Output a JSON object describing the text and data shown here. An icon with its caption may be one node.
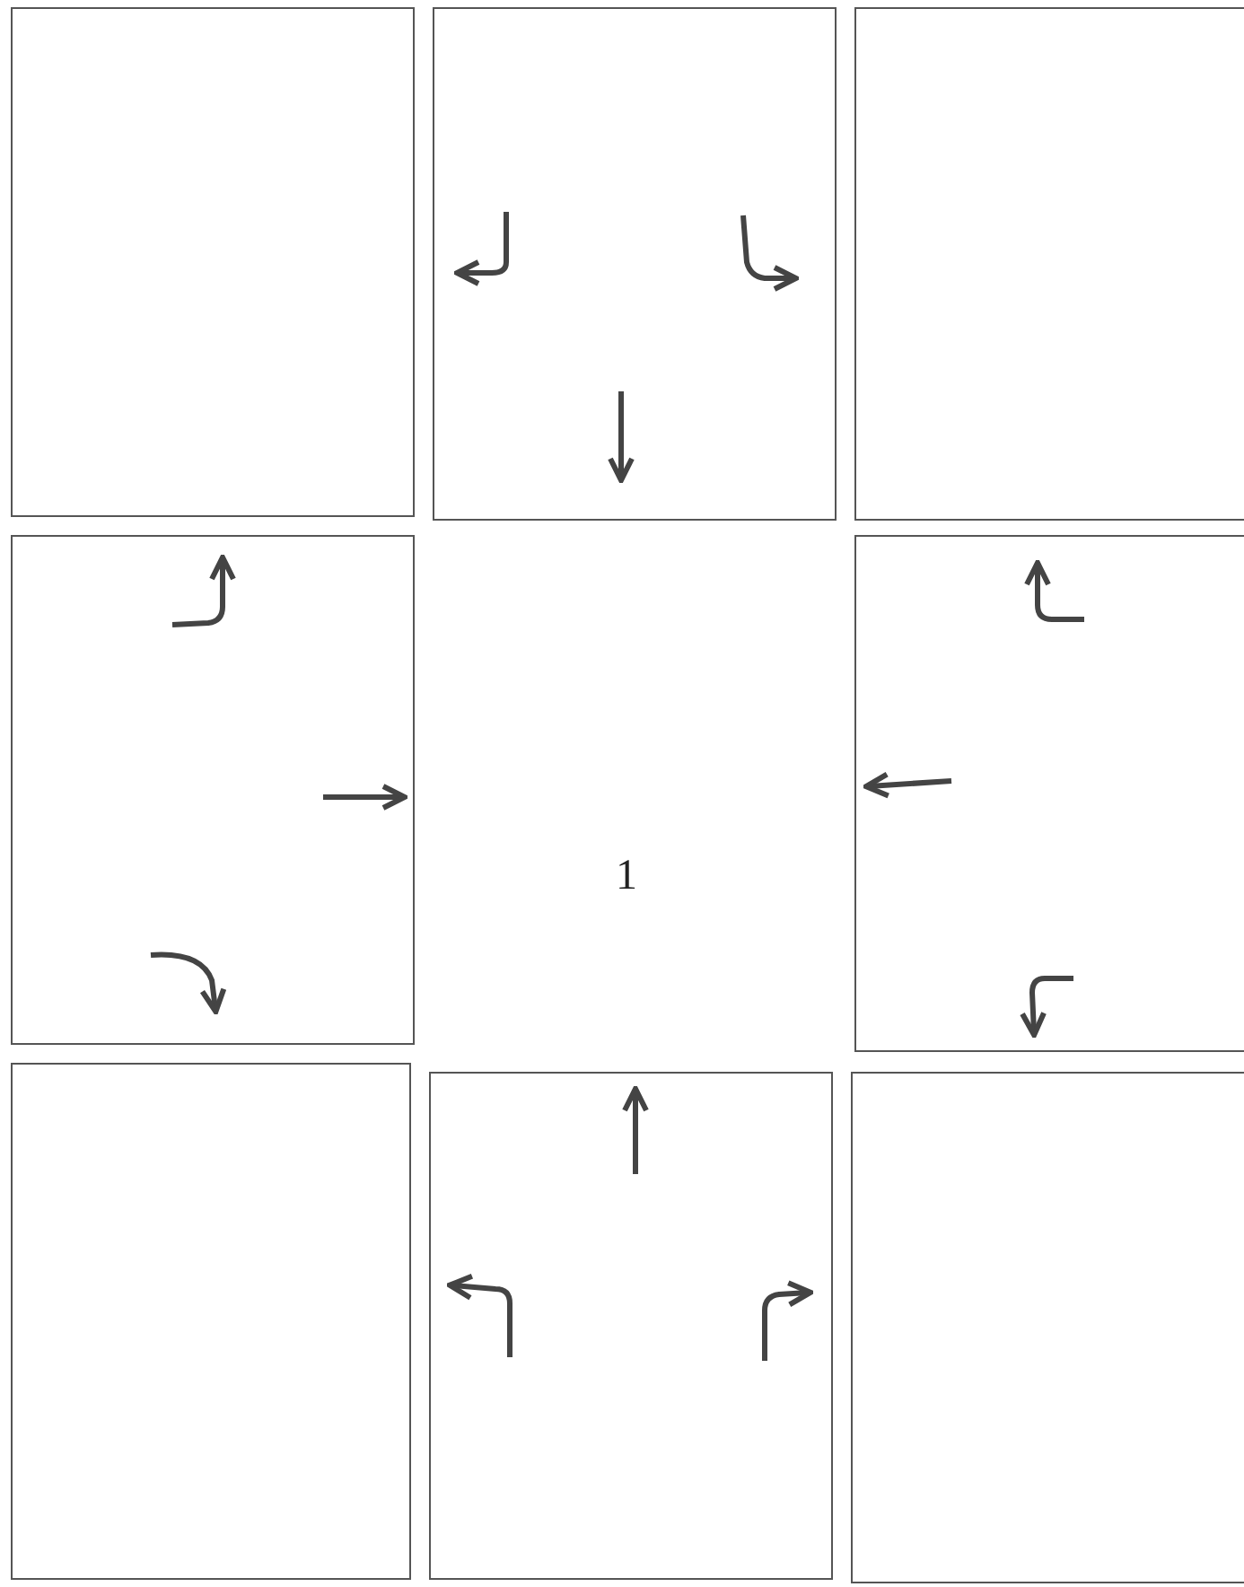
{
  "diagram": {
    "nodes": [
      {
        "text": [],
        "shape": "box"
      },
      {
        "text": [],
        "shape": "box"
      },
      {
        "text": [],
        "shape": "box"
      },
      {
        "text": [],
        "shape": "box"
      },
      {
        "text": [],
        "shape": "box"
      },
      {
        "text": [],
        "shape": "box"
      },
      {
        "text": [],
        "shape": "box"
      },
      {
        "text": [],
        "shape": "box"
      }
    ],
    "labels": [
      "1"
    ]
  }
}
